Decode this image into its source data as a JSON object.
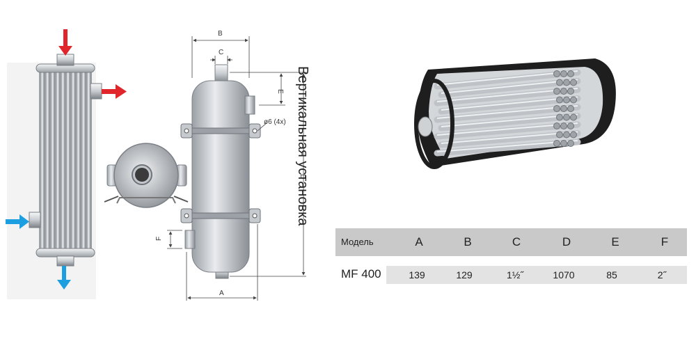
{
  "diagram": {
    "dimension_labels": {
      "B": "B",
      "C": "C",
      "E": "E",
      "D": "D",
      "F": "F",
      "A": "A",
      "hole": "ø6 (4x)"
    },
    "orientation_label": "Вертикальная установка",
    "colors": {
      "hot_flow": "#e0262a",
      "cold_flow": "#1c9fe0",
      "metal": "#b9bec4",
      "insulation": "#222222"
    },
    "icons": [
      "arrow-down-red",
      "arrow-right-red",
      "arrow-right-blue",
      "arrow-down-blue"
    ]
  },
  "spec_table": {
    "headers": [
      "Модель",
      "A",
      "B",
      "C",
      "D",
      "E",
      "F"
    ],
    "row": [
      "MF 400",
      "139",
      "129",
      "1½˝",
      "1070",
      "85",
      "2˝"
    ]
  }
}
